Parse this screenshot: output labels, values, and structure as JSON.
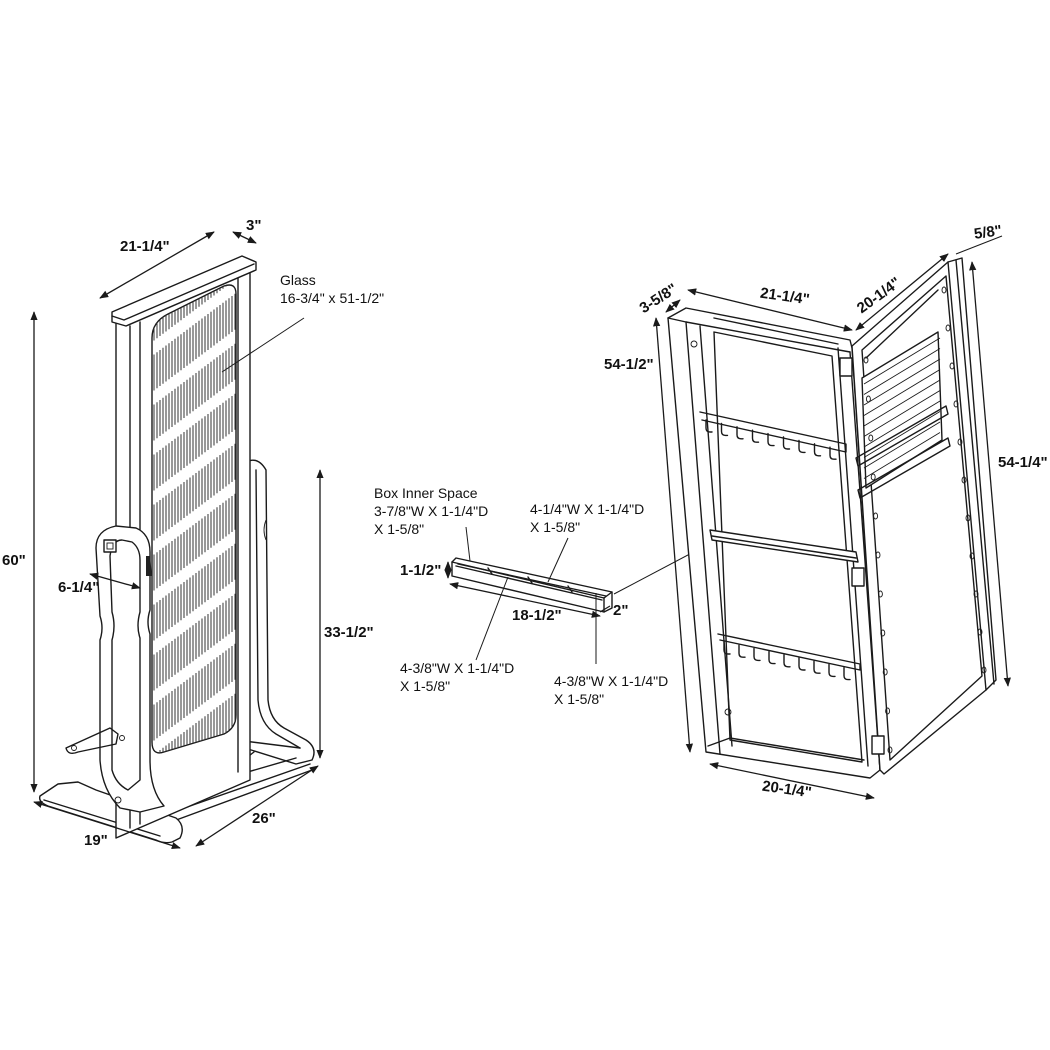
{
  "diagram": {
    "type": "product-dimension-drawing",
    "subjects": [
      "cheval-mirror-jewelry-armoire-closed",
      "removable-jewelry-box-tray",
      "armoire-open-view"
    ]
  },
  "mirror_view": {
    "dimensions": {
      "top_width": "21-1/4\"",
      "top_depth": "3\"",
      "overall_height": "60\"",
      "side_opening": "6-1/4\"",
      "stand_height": "33-1/2\"",
      "base_width": "19\"",
      "base_depth": "26\""
    },
    "glass_callout": {
      "title": "Glass",
      "size": "16-3/4\" x 51-1/2\""
    }
  },
  "box_view": {
    "title": "Box Inner Space",
    "compartments": [
      {
        "line1": "3-7/8\"W X 1-1/4\"D",
        "line2": "X 1-5/8\""
      },
      {
        "line1": "4-1/4\"W X 1-1/4\"D",
        "line2": "X 1-5/8\""
      },
      {
        "line1": "4-3/8\"W X 1-1/4\"D",
        "line2": "X 1-5/8\""
      },
      {
        "line1": "4-3/8\"W X 1-1/4\"D",
        "line2": "X 1-5/8\""
      }
    ],
    "dimensions": {
      "height": "1-1/2\"",
      "length": "18-1/2\"",
      "depth": "2\""
    }
  },
  "open_view": {
    "dimensions": {
      "frame_depth": "3-5/8\"",
      "frame_width": "21-1/4\"",
      "door_width": "20-1/4\"",
      "door_thickness": "5/8\"",
      "frame_height": "54-1/2\"",
      "door_height": "54-1/4\"",
      "bottom_width": "20-1/4\""
    },
    "hook_rows": 2,
    "hooks_per_row": 9
  },
  "colors": {
    "line": "#1a1a1a",
    "background": "#ffffff"
  }
}
